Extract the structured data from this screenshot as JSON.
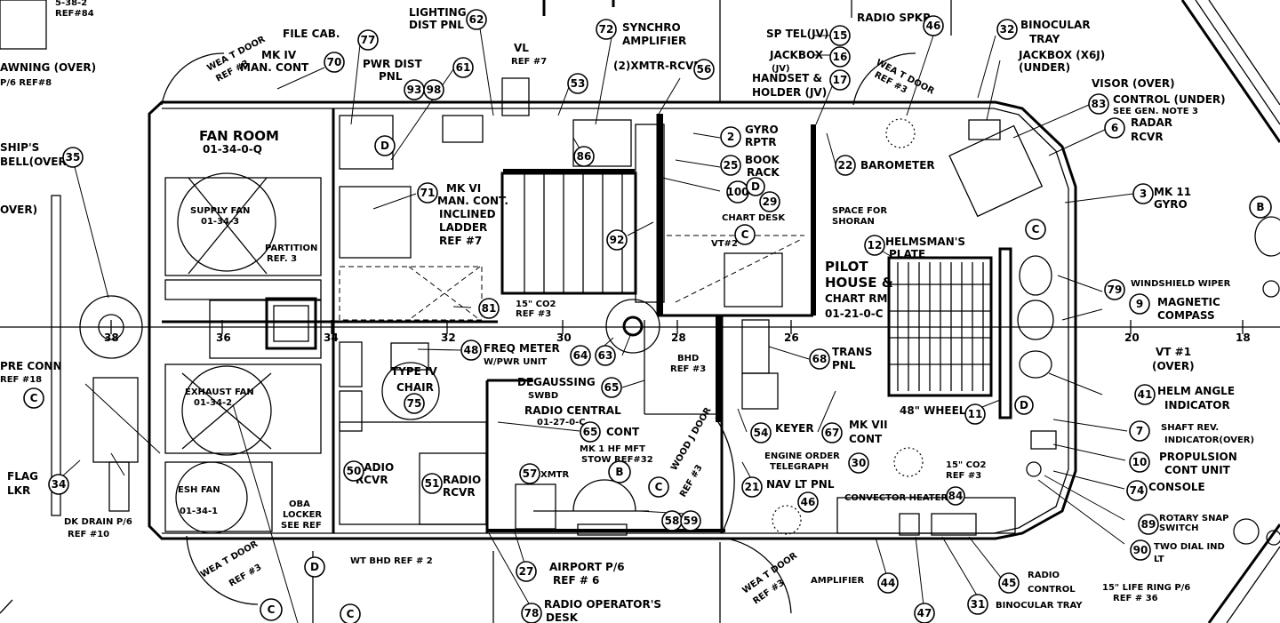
{
  "rooms": {
    "fan_room": "FAN ROOM",
    "fan_room_no": "01-34-0-Q",
    "pilot_1": "PILOT",
    "pilot_2": "HOUSE &",
    "pilot_3": "CHART RM",
    "pilot_4": "01-21-0-C",
    "radio_central": "RADIO CENTRAL",
    "radio_central_no": "01-27-0-C",
    "chart_desk": "CHART DESK",
    "helmsman_1": "HELMSMAN'S",
    "helmsman_2": "PLATE"
  },
  "frames": [
    "38",
    "36",
    "34",
    "32",
    "30",
    "28",
    "26",
    "20",
    "18"
  ],
  "labels": {
    "file_cab": "FILE CAB.",
    "mk4_1": "MK IV",
    "mk4_2": "MAN. CONT",
    "lighting_1": "LIGHTING",
    "lighting_2": "DIST PNL",
    "pwr_1": "PWR DIST",
    "pwr_2": "PNL",
    "vl_1": "VL",
    "vl_2": "REF #7",
    "synchro_1": "SYNCHRO",
    "synchro_2": "AMPLIFIER",
    "xmtr": "(2)XMTR-RCVR",
    "sp_tel": "SP TEL(JV)",
    "jackbox": "JACKBOX",
    "jv": "(JV)",
    "handset": "HANDSET &",
    "holder": "HOLDER (JV)",
    "radio_spkr": "RADIO SPKR",
    "binocular_1": "BINOCULAR",
    "binocular_2": "TRAY",
    "jackbox2_1": "JACKBOX (X6J)",
    "jackbox2_2": "(UNDER)",
    "visor": "VISOR (OVER)",
    "control_1": "CONTROL (UNDER)",
    "control_2": "SEE GEN. NOTE 3",
    "radar_1": "RADAR",
    "radar_2": "RCVR",
    "mk_gyro_1": "MK 11",
    "mk_gyro_2": "GYRO",
    "gyro_1": "GYRO",
    "gyro_2": "RPTR",
    "book_1": "BOOK",
    "book_2": "RACK",
    "barometer": "BAROMETER",
    "space_1": "SPACE FOR",
    "space_2": "SHORAN",
    "vt2": "VT#2",
    "awning": "AWNING (OVER)",
    "awning_ref": "P/6 REF#8",
    "ships_1": "SHIP'S",
    "ships_2": "BELL(OVER)",
    "over": "OVER)",
    "ref_top": "REF#84",
    "ref_top2": "5-38-2",
    "supply_1": "SUPPLY FAN",
    "supply_2": "01-34-3",
    "partition_1": "PARTITION",
    "partition_2": "REF. 3",
    "mkvl_1": "MK VI",
    "mkvl_2": "MAN. CONT.",
    "ladder_1": "INCLINED",
    "ladder_2": "LADDER",
    "ladder_3": "REF #7",
    "co2_1": "15\" CO2",
    "co2_2": "REF #3",
    "freq_1": "FREQ METER",
    "freq_2": "W/PWR UNIT",
    "chair_1": "TYPE IV",
    "chair_2": "CHAIR",
    "degauss_1": "DEGAUSSING",
    "degauss_2": "SWBD",
    "cont": "CONT",
    "bhd_1": "BHD",
    "bhd_2": "REF #3",
    "trans_1": "TRANS",
    "trans_2": "PNL",
    "wheel": "48\" WHEEL",
    "mk7_1": "MK VII",
    "mk7_2": "CONT",
    "keyer": "KEYER",
    "engine_1": "ENGINE ORDER",
    "engine_2": "TELEGRAPH",
    "navlt": "NAV LT PNL",
    "co2b_1": "15\" CO2",
    "co2b_2": "REF #3",
    "convector": "CONVECTOR HEATER",
    "pre_conn_1": "PRE CONN",
    "pre_conn_2": "REF #18",
    "exhaust_1": "EXHAUST FAN",
    "exhaust_2": "01-34-2",
    "esh_1": "ESH FAN",
    "esh_2": "01-34-1",
    "flag_1": "FLAG",
    "flag_2": "LKR",
    "oba_1": "OBA",
    "oba_2": "LOCKER",
    "oba_3": "SEE REF",
    "dk_drain_1": "DK DRAIN P/6",
    "dk_drain_2": "REF #10",
    "radio_rcvr": "RADIO",
    "rcvr": "RCVR",
    "xmtr_small": "XMTR",
    "hf_1": "MK 1 HF MFT",
    "hf_2": "STOW REF#32",
    "wt_bhd": "WT BHD REF # 2",
    "wt_door_a": "WEA T DOOR",
    "ref_3": "REF #3",
    "wood_door": "WOOD J DOOR",
    "airport_1": "AIRPORT P/6",
    "airport_2": "REF # 6",
    "radio_op_1": "RADIO OPERATOR'S",
    "radio_op_2": "DESK",
    "amplifier": "AMPLIFIER",
    "radio_ctrl_1": "RADIO",
    "radio_ctrl_2": "CONTROL",
    "binoc_tray": "BINOCULAR TRAY",
    "life_ring_1": "15\" LIFE RING P/6",
    "life_ring_2": "REF # 36",
    "wiper": "WINDSHIELD WIPER",
    "compass": "MAGNETIC",
    "compass_2": "COMPASS",
    "vt1_1": "VT #1",
    "vt1_2": "(OVER)",
    "helm_1": "HELM ANGLE",
    "helm_2": "INDICATOR",
    "shaft_1": "SHAFT REV.",
    "shaft_2": "INDICATOR(OVER)",
    "prop_1": "PROPULSION",
    "prop_2": "CONT UNIT",
    "console": "CONSOLE",
    "rotary_1": "ROTARY SNAP",
    "rotary_2": "SWITCH",
    "twodial_1": "TWO DIAL IND",
    "twodial_2": "LT"
  },
  "callouts": {
    "c77": "77",
    "c70": "70",
    "c62": "62",
    "c72": "72",
    "c56": "56",
    "c15": "15",
    "c16": "16",
    "c17": "17",
    "c46a": "46",
    "c32a": "32",
    "c83": "83",
    "c6": "6",
    "c3": "3",
    "c61": "61",
    "c93": "93",
    "c98": "98",
    "c53": "53",
    "c86": "86",
    "c2": "2",
    "c25": "25",
    "c100": "100",
    "c29": "29",
    "c22": "22",
    "c35": "35",
    "c71": "71",
    "c92": "92",
    "c81": "81",
    "c12": "12",
    "c79": "79",
    "c9": "9",
    "c48": "48",
    "c64": "64",
    "c63": "63",
    "c75": "75",
    "c65a": "65",
    "c65b": "65",
    "c68": "68",
    "c41": "41",
    "c11": "11",
    "c7": "7",
    "c10": "10",
    "c74": "74",
    "c67": "67",
    "c54": "54",
    "c50": "50",
    "c51": "51",
    "c57": "57",
    "c58": "58",
    "c59": "59",
    "c30": "30",
    "c21": "21",
    "c46b": "46",
    "c84a": "84",
    "c89": "89",
    "c90": "90",
    "c34": "34",
    "c27": "27",
    "c78": "78",
    "c44": "44",
    "c45": "45",
    "c47": "47",
    "c31": "31"
  },
  "letters": {
    "d1": "D",
    "d2": "D",
    "d3": "D",
    "d4": "D",
    "b1": "B",
    "b2": "B",
    "c1": "C",
    "c2": "C",
    "c3": "C",
    "c4": "C",
    "c5": "C",
    "c6": "C",
    "c7": "C"
  }
}
